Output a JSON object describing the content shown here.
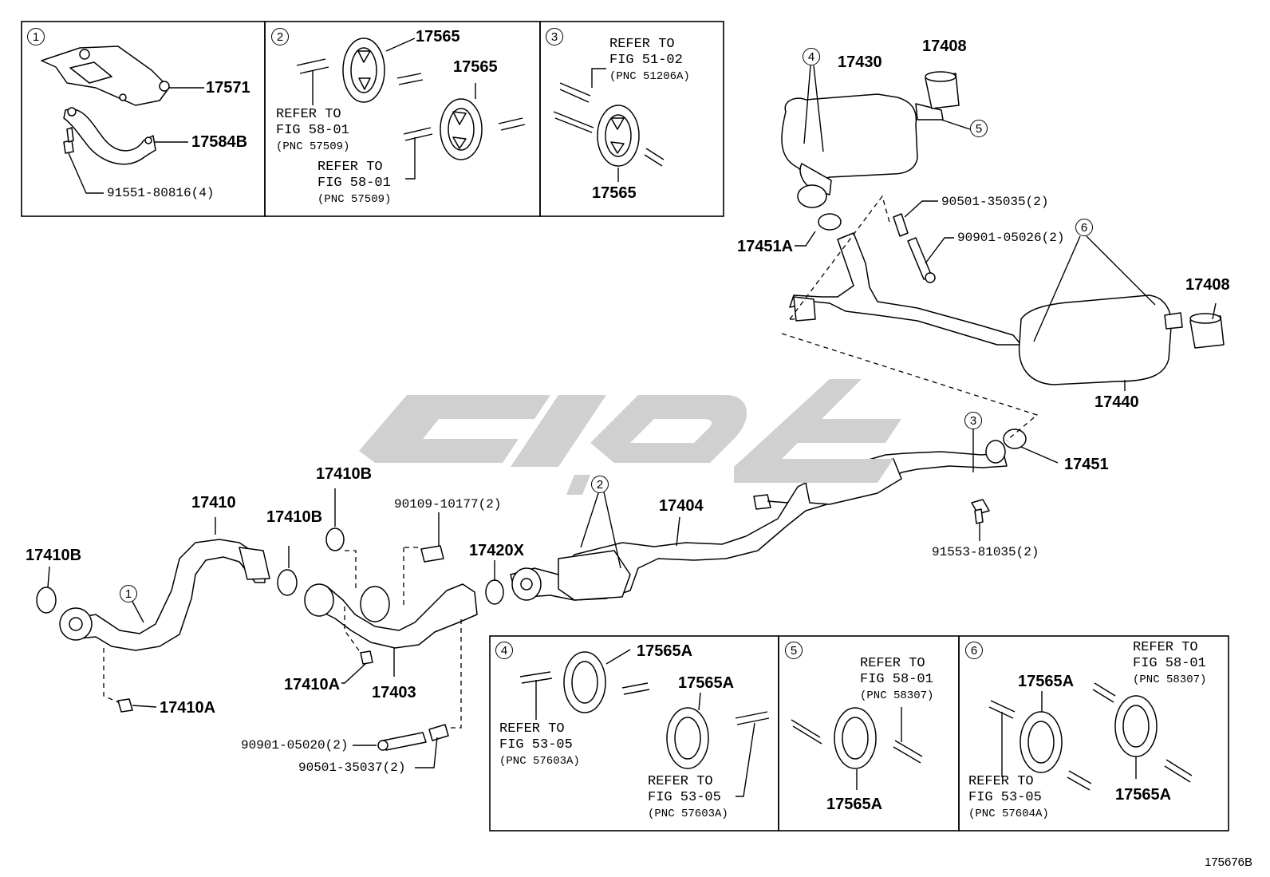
{
  "callouts": {
    "c1": "1",
    "c2": "2",
    "c3": "3",
    "c4": "4",
    "c5": "5",
    "c6": "6"
  },
  "box1": {
    "p17571": "17571",
    "p17584b": "17584B",
    "p91551": "91551-80816(4)"
  },
  "box2": {
    "p17565_a": "17565",
    "p17565_b": "17565",
    "ref_a": {
      "l1": "REFER TO",
      "l2": "FIG 58-01",
      "l3": "(PNC 57509)"
    },
    "ref_b": {
      "l1": "REFER TO",
      "l2": "FIG 58-01",
      "l3": "(PNC 57509)"
    }
  },
  "box3": {
    "ref": {
      "l1": "REFER TO",
      "l2": "FIG 51-02",
      "l3": "(PNC 51206A)"
    },
    "p17565": "17565"
  },
  "box4": {
    "p17565a_1": "17565A",
    "p17565a_2": "17565A",
    "ref_a": {
      "l1": "REFER TO",
      "l2": "FIG 53-05",
      "l3": "(PNC 57603A)"
    },
    "ref_b": {
      "l1": "REFER TO",
      "l2": "FIG 53-05",
      "l3": "(PNC 57603A)"
    }
  },
  "box5": {
    "ref": {
      "l1": "REFER TO",
      "l2": "FIG 58-01",
      "l3": "(PNC 58307)"
    },
    "p17565a": "17565A"
  },
  "box6": {
    "p17565a_1": "17565A",
    "p17565a_2": "17565A",
    "ref_a": {
      "l1": "REFER TO",
      "l2": "FIG 58-01",
      "l3": "(PNC 58307)"
    },
    "ref_b": {
      "l1": "REFER TO",
      "l2": "FIG 53-05",
      "l3": "(PNC 57604A)"
    }
  },
  "parts": {
    "p17430": "17430",
    "p17408_top": "17408",
    "p17408_right": "17408",
    "p90501_35035": "90501-35035(2)",
    "p90901_05026": "90901-05026(2)",
    "p17451a": "17451A",
    "p17440": "17440",
    "p17451": "17451",
    "p91553": "91553-81035(2)",
    "p17404": "17404",
    "p17420x": "17420X",
    "p90109": "90109-10177(2)",
    "p17410b_1": "17410B",
    "p17410b_2": "17410B",
    "p17410b_3": "17410B",
    "p17410": "17410",
    "p17410a_1": "17410A",
    "p17410a_2": "17410A",
    "p17403": "17403",
    "p90901_05020": "90901-05020(2)",
    "p90501_35037": "90501-35037(2)"
  },
  "figure_id": "175676B",
  "colors": {
    "watermark": "#d0d0d0",
    "line": "#000000"
  }
}
